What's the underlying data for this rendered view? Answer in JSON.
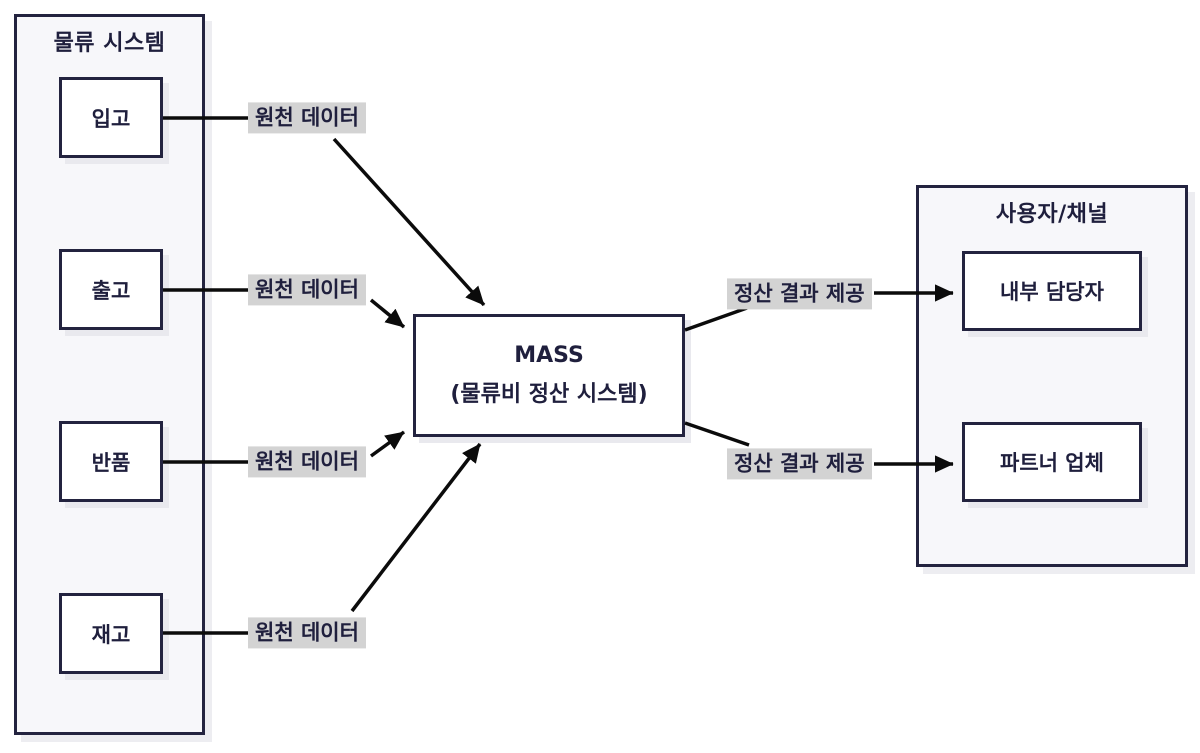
{
  "diagram": {
    "left_group": {
      "title": "물류 시스템",
      "nodes": [
        {
          "label": "입고"
        },
        {
          "label": "출고"
        },
        {
          "label": "반품"
        },
        {
          "label": "재고"
        }
      ]
    },
    "center_node": {
      "line1": "MASS",
      "line2": "(물류비 정산 시스템)"
    },
    "right_group": {
      "title": "사용자/채널",
      "nodes": [
        {
          "label": "내부 담당자"
        },
        {
          "label": "파트너 업체"
        }
      ]
    },
    "edge_labels": {
      "source_data": "원천 데이터",
      "settlement_result": "정산 결과 제공"
    },
    "colors": {
      "border": "#23233f",
      "text": "#1f1f3d",
      "arrow": "#0b0b0b",
      "label_bg": "#d3d3d3",
      "group_bg": "#f7f7fa",
      "node_bg": "#ffffff",
      "shadow": "#ededf1"
    }
  }
}
